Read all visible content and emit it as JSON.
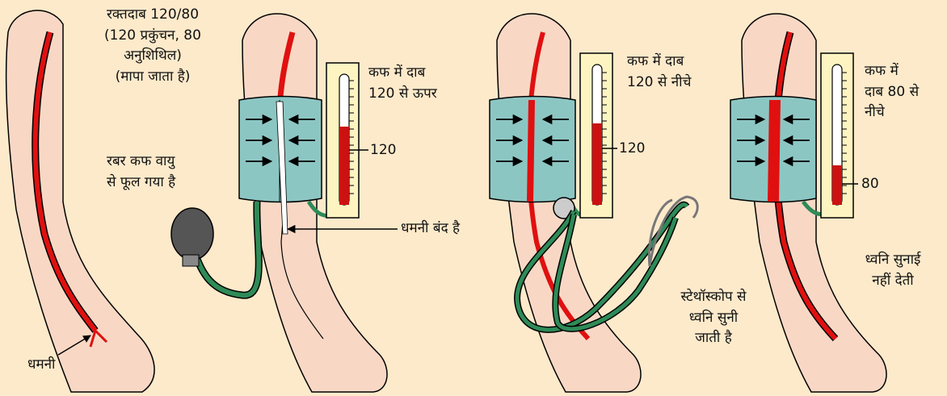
{
  "colors": {
    "background": "#fdeacb",
    "skin": "#f8d8c5",
    "artery": "#e01010",
    "cuff": "#8cc6c3",
    "tube": "#2e8b57",
    "mercury": "#cc1111"
  },
  "panel1": {
    "bp_label": "रक्तदाब 120/80\n(120 प्रकुंचन, 80\nअनुशिथिल)\n(मापा जाता है)",
    "artery_label": "धमनी"
  },
  "panel2": {
    "cuff_label": "कफ में दाब\n120 से ऊपर",
    "gauge_tick": "120",
    "bulb_label": "रबर कफ वायु\nसे फूल गया है",
    "closed_label": "धमनी बंद है",
    "mercury_level": 0.6
  },
  "panel3": {
    "cuff_label": "कफ में दाब\n120 से नीचे",
    "gauge_tick": "120",
    "steth_label": "स्टेथॉस्कोप से\nध्वनि सुनी\nजाती है",
    "mercury_level": 0.58
  },
  "panel4": {
    "cuff_label": "कफ में\nदाब 80 से\nनीचे",
    "gauge_tick": "80",
    "sound_label": "ध्वनि सुनाई\nनहीं देती",
    "mercury_level": 0.28
  }
}
